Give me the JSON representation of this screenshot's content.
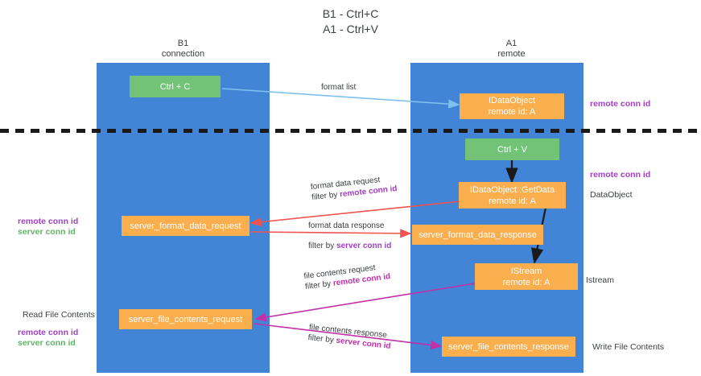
{
  "title": "B1 - Ctrl+C\nA1 - Ctrl+V",
  "lanes": [
    {
      "name": "lane-b1",
      "title": "B1\nconnection"
    },
    {
      "name": "lane-a1",
      "title": "A1\nremote"
    }
  ],
  "nodes": {
    "ctrl_c": {
      "label": "Ctrl + C",
      "sub": ""
    },
    "idataobject": {
      "label": "IDataObject",
      "sub": "remote id: A"
    },
    "ctrl_v": {
      "label": "Ctrl + V",
      "sub": ""
    },
    "getdata": {
      "label": "IDataObject::GetData",
      "sub": "remote id: A"
    },
    "server_format_data_request": {
      "label": "server_format_data_request",
      "sub": ""
    },
    "server_format_data_response": {
      "label": "server_format_data_response",
      "sub": ""
    },
    "istream": {
      "label": "IStream",
      "sub": "remote id: A"
    },
    "server_file_contents_request": {
      "label": "server_file_contents_request",
      "sub": ""
    },
    "server_file_contents_response": {
      "label": "server_file_contents_response",
      "sub": ""
    }
  },
  "edges": {
    "format_list": {
      "line1": "format list",
      "line2": "",
      "key": ""
    },
    "format_data_request": {
      "line1": "format data request",
      "line2": "filter by ",
      "key": "remote conn id"
    },
    "format_data_response": {
      "line1": "format data response",
      "line2": "filter by ",
      "key": "server conn id"
    },
    "file_contents_request": {
      "line1": "file contents request",
      "line2": "filter by ",
      "key": "remote conn id"
    },
    "file_contents_response": {
      "line1": "file contents response",
      "line2": "filter by ",
      "key": "server conn id"
    }
  },
  "annotations": {
    "right_remote_conn_top": "remote conn id",
    "right_remote_conn_mid": "remote conn id",
    "right_dataobject": "DataObject",
    "right_istream": "Istream",
    "right_write_file_contents": "Write File Contents",
    "left_remote_conn_id": "remote conn id",
    "left_server_conn_id": "server conn id",
    "left_read_file_contents": "Read File Contents",
    "left_remote_conn_id_2": "remote conn id",
    "left_server_conn_id_2": "server conn id"
  },
  "colors": {
    "lane": "#4285d6",
    "green_node": "#72c277",
    "orange_node": "#fbae4e",
    "purple": "#a33fc4",
    "green_text": "#64b36a",
    "magenta": "#c32fa8",
    "red_arrow": "#ef5350",
    "blue_arrow": "#7ec0ee",
    "black_arrow": "#1a1a1a"
  }
}
